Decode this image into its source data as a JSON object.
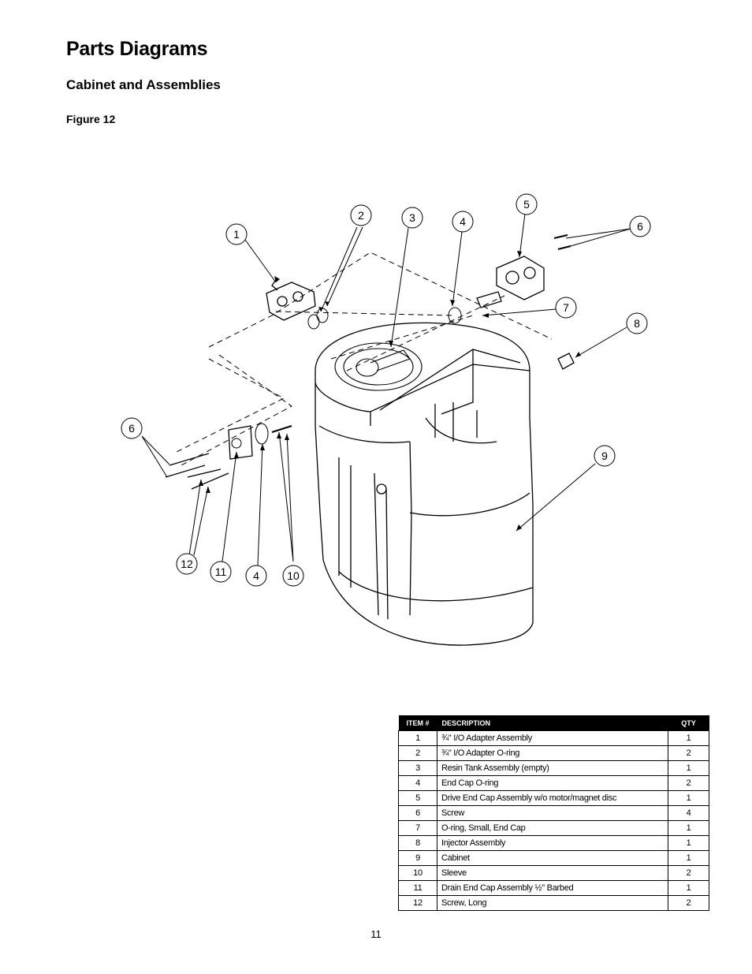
{
  "page": {
    "title": "Parts Diagrams",
    "section": "Cabinet and Assemblies",
    "figure_label": "Figure 12",
    "page_number": "11"
  },
  "callouts": [
    "1",
    "2",
    "3",
    "4",
    "5",
    "6",
    "7",
    "8",
    "9",
    "6",
    "12",
    "11",
    "4",
    "10"
  ],
  "table": {
    "headers": [
      "ITEM #",
      "DESCRIPTION",
      "QTY"
    ],
    "rows": [
      {
        "item": "1",
        "description": "¾\" I/O Adapter Assembly",
        "qty": "1"
      },
      {
        "item": "2",
        "description": "¾\" I/O Adapter O-ring",
        "qty": "2"
      },
      {
        "item": "3",
        "description": "Resin Tank Assembly (empty)",
        "qty": "1"
      },
      {
        "item": "4",
        "description": "End Cap O-ring",
        "qty": "2"
      },
      {
        "item": "5",
        "description": "Drive End Cap Assembly w/o motor/magnet disc",
        "qty": "1"
      },
      {
        "item": "6",
        "description": "Screw",
        "qty": "4"
      },
      {
        "item": "7",
        "description": "O-ring, Small, End Cap",
        "qty": "1"
      },
      {
        "item": "8",
        "description": "Injector Assembly",
        "qty": "1"
      },
      {
        "item": "9",
        "description": "Cabinet",
        "qty": "1"
      },
      {
        "item": "10",
        "description": "Sleeve",
        "qty": "2"
      },
      {
        "item": "11",
        "description": "Drain End Cap Assembly ½\" Barbed",
        "qty": "1"
      },
      {
        "item": "12",
        "description": "Screw, Long",
        "qty": "2"
      }
    ]
  }
}
